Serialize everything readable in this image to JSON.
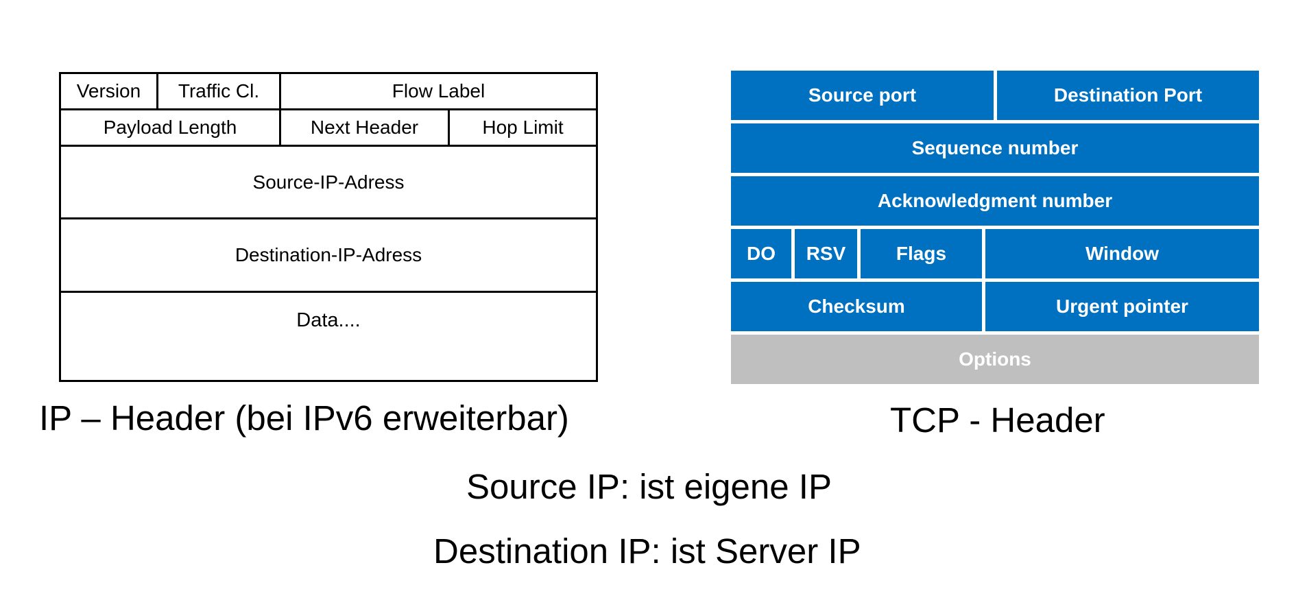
{
  "ip_header": {
    "row1": {
      "version": "Version",
      "traffic_class": "Traffic Cl.",
      "flow_label": "Flow Label"
    },
    "row2": {
      "payload_length": "Payload Length",
      "next_header": "Next Header",
      "hop_limit": "Hop Limit"
    },
    "source": "Source-IP-Adress",
    "destination": "Destination-IP-Adress",
    "data": "Data...."
  },
  "tcp_header": {
    "source_port": "Source port",
    "destination_port": "Destination Port",
    "sequence_number": "Sequence number",
    "ack_number": "Acknowledgment number",
    "do": "DO",
    "rsv": "RSV",
    "flags": "Flags",
    "window": "Window",
    "checksum": "Checksum",
    "urgent_pointer": "Urgent pointer",
    "options": "Options"
  },
  "captions": {
    "ip_caption": "IP – Header (bei IPv6 erweiterbar)",
    "tcp_caption": "TCP - Header",
    "source_note": "Source IP: ist eigene IP",
    "destination_note": "Destination IP: ist Server IP"
  },
  "colors": {
    "tcp_field": "#0070c0",
    "tcp_options": "#bfbfbf"
  }
}
